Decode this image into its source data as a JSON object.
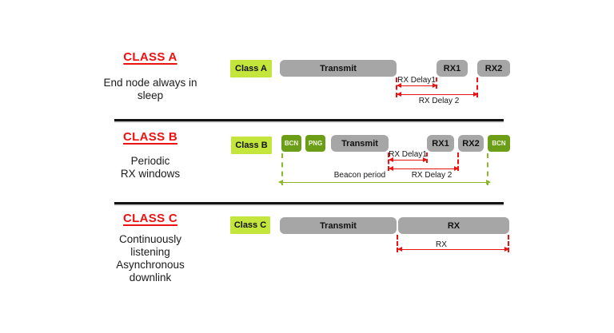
{
  "colors": {
    "label_green": "#c4e53b",
    "dark_green": "#6b9d16",
    "box_gray": "#a6a6a6",
    "red": "#ee1111",
    "arrow_green": "#8ab827",
    "text_black": "#1c1c1c",
    "divider_black": "#141414"
  },
  "sections": {
    "a": {
      "title": "CLASS A",
      "desc_lines": [
        "End node always in",
        "sleep"
      ],
      "label": "Class A",
      "boxes": {
        "transmit": "Transmit",
        "rx1": "RX1",
        "rx2": "RX2"
      },
      "annotations": {
        "rx_delay1": "RX Delay1",
        "rx_delay2": "RX Delay 2"
      }
    },
    "b": {
      "title": "CLASS B",
      "desc_lines": [
        "Periodic",
        "RX windows"
      ],
      "label": "Class B",
      "boxes": {
        "bcn1": "BCN",
        "png": "PNG",
        "transmit": "Transmit",
        "rx1": "RX1",
        "rx2": "RX2",
        "bcn2": "BCN"
      },
      "annotations": {
        "rx_delay1": "RX Delay1",
        "rx_delay2": "RX Delay 2",
        "beacon_period": "Beacon period"
      }
    },
    "c": {
      "title": "CLASS C",
      "desc_lines": [
        "Continuously",
        "listening",
        "Asynchronous",
        "downlink"
      ],
      "label": "Class C",
      "boxes": {
        "transmit": "Transmit",
        "rx": "RX"
      },
      "annotations": {
        "rx_window": "RX"
      }
    }
  }
}
